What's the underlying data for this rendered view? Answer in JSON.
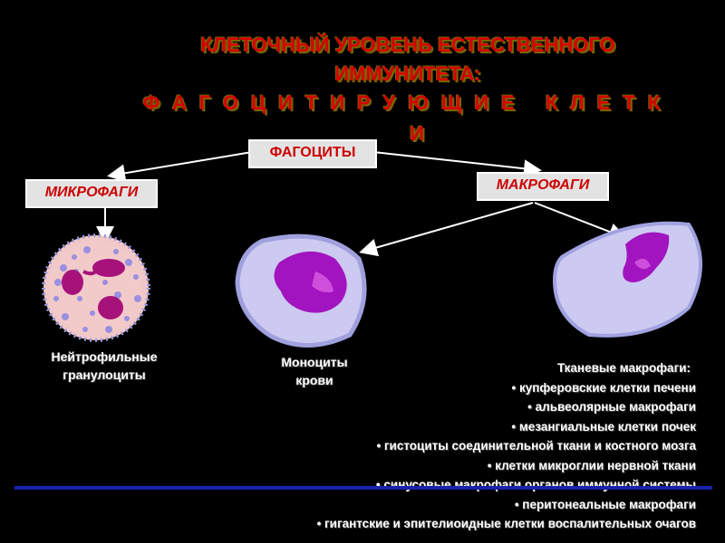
{
  "title": {
    "line1": "КЛЕТОЧНЫЙ УРОВЕНЬ ЕСТЕСТВЕННОГО",
    "line2": "ИММУНИТЕТА:",
    "line3": "ФАГОЦИТИРУЮЩИЕ КЛЕТК",
    "line4": "И"
  },
  "nodes": {
    "phagocytes": "ФАГОЦИТЫ",
    "microphages": "МИКРОФАГИ",
    "macrophages": "МАКРОФАГИ"
  },
  "cells": {
    "neutrophil": [
      "Нейтрофильные",
      "гранулоциты"
    ],
    "monocyte": [
      "Моноциты",
      "крови"
    ]
  },
  "tissue": {
    "header": "Тканевые макрофаги:",
    "items": [
      "• купферовские клетки печени",
      "• альвеолярные макрофаги",
      "• мезангиальные клетки почек",
      "• гистоциты соединительной ткани и костного мозга",
      "• клетки микроглии нервной ткани",
      "• синусовые макрофаги органов иммунной системы",
      "• перитонеальные макрофаги",
      "• гигантские и эпителиоидные клетки воспалительных очагов"
    ]
  },
  "colors": {
    "title": "#d60000",
    "accent_bar": "#1a20b0",
    "cytoplasm": "#c6c6f2",
    "nucleus": "#a010c0"
  }
}
